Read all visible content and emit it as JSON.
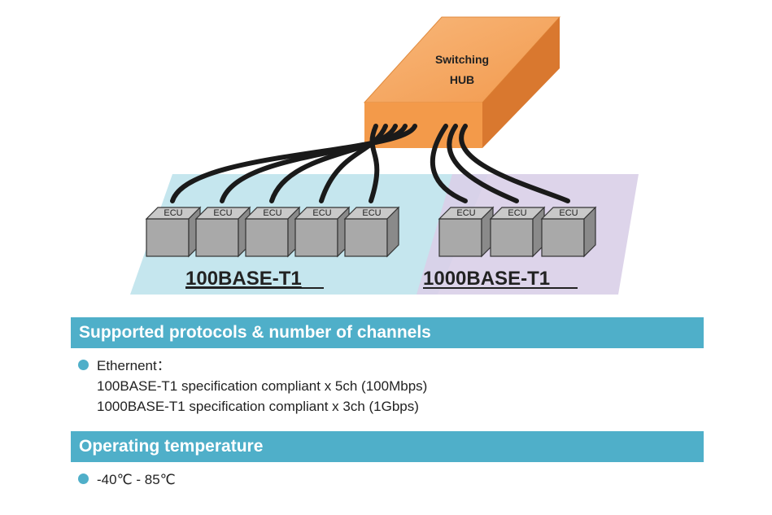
{
  "diagram": {
    "hub_label_line1": "Switching",
    "hub_label_line2": "HUB",
    "ecu_label": "ECU",
    "group_100": {
      "label": "100BASE-T1",
      "color": "#bfe3ec",
      "ecu_count": 5
    },
    "group_1000": {
      "label": "1000BASE-T1",
      "color": "#d9cfe8",
      "ecu_count": 3
    },
    "hub_color": "#f4a158"
  },
  "spec": {
    "protocols": {
      "heading": "Supported protocols & number of channels",
      "item_title": "Ethernent：",
      "line1": "100BASE-T1 specification compliant x 5ch (100Mbps)",
      "line2": "1000BASE-T1 specification compliant x 3ch (1Gbps)"
    },
    "temperature": {
      "heading": "Operating temperature",
      "value": "-40℃ - 85℃"
    },
    "accent_color": "#4fafc9"
  }
}
